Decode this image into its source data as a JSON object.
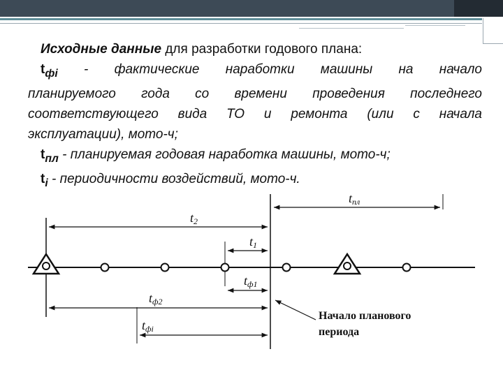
{
  "paragraphs": {
    "intro_bold": "Исходные данные",
    "intro_rest": " для разработки годового плана:",
    "tf_symbol": "t",
    "tf_sub": "фi",
    "tf_text_1": " - фактические наработки машины на начало",
    "tf_text_2": "планируемого года со времени проведения последнего",
    "tf_text_3": "соответствующего вида ТО и ремонта (или с начала",
    "tf_text_4": "эксплуатации), мото-ч;",
    "tpl_symbol": "t",
    "tpl_sub": "пл",
    "tpl_text": " - планируемая годовая наработка машины, мото-ч;",
    "ti_symbol": "t",
    "ti_sub": "i",
    "ti_text": " - периодичности воздействий, мото-ч."
  },
  "figure": {
    "label_tpl": "t",
    "label_tpl_sub": "пл",
    "label_t2": "t",
    "label_t2_sub": "2",
    "label_t1": "t",
    "label_t1_sub": "1",
    "label_tf1": "t",
    "label_tf1_sub": "ф1",
    "label_tf2": "t",
    "label_tf2_sub": "ф2",
    "label_tfi": "t",
    "label_tfi_sub": "фi",
    "note_line1": "Начало планового",
    "note_line2": "периода"
  },
  "colors": {
    "header": "#3d4a56",
    "accent": "#5f8e98",
    "ink": "#111111"
  }
}
